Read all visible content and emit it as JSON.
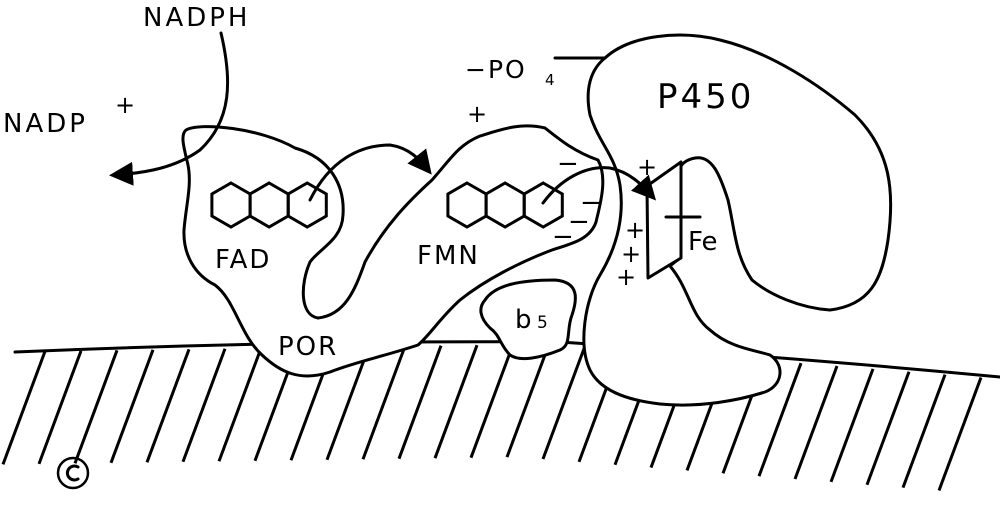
{
  "labels": {
    "nadph": "NADPH",
    "nadp_plus": "NADP",
    "nadp_sup": "+",
    "phosphate": "−PO",
    "phosphate_sub": "4",
    "p450": "P450",
    "fad": "FAD",
    "fmn": "FMN",
    "por": "POR",
    "b5": "b",
    "b5_sub": "5",
    "fe": "Fe",
    "copyright": "©"
  },
  "charges": {
    "plus": "+",
    "minus": "−"
  }
}
